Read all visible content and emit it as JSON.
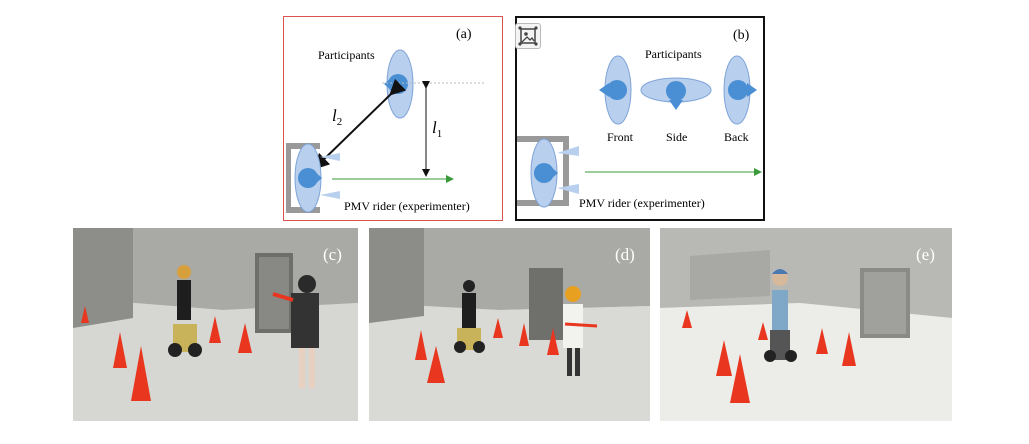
{
  "figure": {
    "panel_a": {
      "label": "(a)",
      "participants": "Participants",
      "l2": "l",
      "l2_sub": "2",
      "l1": "l",
      "l1_sub": "1",
      "rider": "PMV rider (experimenter)"
    },
    "panel_b": {
      "label": "(b)",
      "participants": "Participants",
      "front": "Front",
      "side": "Side",
      "back": "Back",
      "rider": "PMV rider (experimenter)"
    },
    "photos": {
      "c": "(c)",
      "d": "(d)",
      "e": "(e)"
    }
  },
  "toolbar": {
    "image_icon": "image-icon"
  },
  "colors": {
    "ellipse_fill": "#b9cfee",
    "ellipse_stroke": "#7ea4d8",
    "head": "#4a8fd3",
    "arrow_green": "#3a9a3a",
    "panel_a_border": "#d9534f",
    "cone": "#e8361f"
  }
}
